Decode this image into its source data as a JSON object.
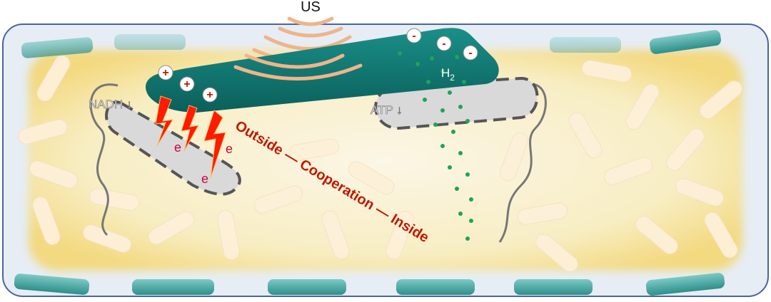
{
  "labels": {
    "ultrasound": "US",
    "nadh": "NADH ↓",
    "atp": "ATP ↓",
    "h2": "H",
    "h2_sub": "2",
    "electron": "e",
    "plus": "+",
    "minus": "-",
    "cooperation": "Outside — Cooperation — Inside"
  },
  "colors": {
    "teal": "#11827c",
    "wave": "#f0b48a",
    "bolt": "#ff1a00",
    "text_red": "#c01800",
    "h2_dot": "#1fa35a",
    "frame": "#4a64a0"
  }
}
